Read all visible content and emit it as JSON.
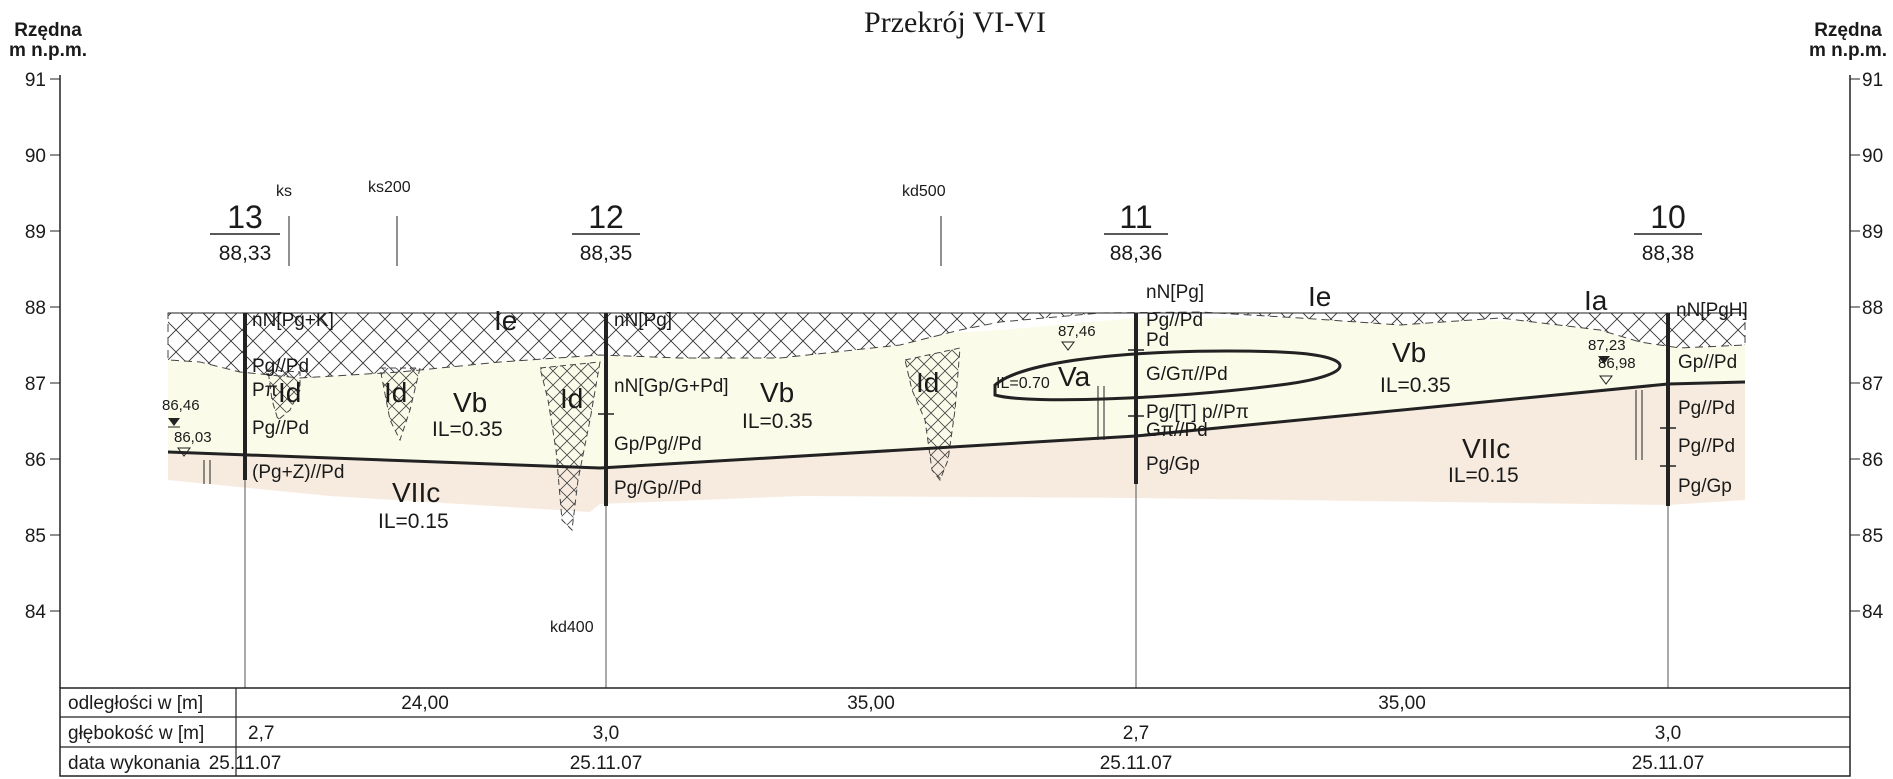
{
  "title": "Przekrój VI-VI",
  "axis": {
    "label_line1": "Rzędna",
    "label_line2": "m n.p.m.",
    "ticks": [
      "91",
      "90",
      "89",
      "88",
      "87",
      "86",
      "85",
      "84"
    ]
  },
  "boreholes": [
    {
      "number": "13",
      "elevation": "88,33",
      "depth": "2,7",
      "date": "25.11.07"
    },
    {
      "number": "12",
      "elevation": "88,35",
      "depth": "3,0",
      "date": "25.11.07"
    },
    {
      "number": "11",
      "elevation": "88,36",
      "depth": "2,7",
      "date": "25.11.07"
    },
    {
      "number": "10",
      "elevation": "88,38",
      "depth": "3,0",
      "date": "25.11.07"
    }
  ],
  "probes": [
    "ks",
    "ks200",
    "kd500",
    "kd400"
  ],
  "soil_labels": {
    "bh13": [
      "nN[Pg+K]",
      "Pg//Pd",
      "Pπ",
      "Pg//Pd",
      "(Pg+Z)//Pd"
    ],
    "bh12": [
      "nN[Pg]",
      "nN[Gp/G+Pd]",
      "Gp/Pg//Pd",
      "Pg/Gp//Pd"
    ],
    "bh11": [
      "nN[Pg]",
      "Pg//Pd",
      "Pd",
      "G/Gπ//Pd",
      "Pg/[T] p//Pπ",
      "Gπ//Pd",
      "Pg/Gp"
    ],
    "bh10": [
      "nN[PgH]",
      "Gp//Pd",
      "Pg//Pd",
      "Pg//Pd",
      "Pg/Gp"
    ]
  },
  "layers": {
    "Ie": "Ie",
    "Id": "Id",
    "Ia": "Ia",
    "Vb": "Vb",
    "Va": "Va",
    "VIIc": "VIIc",
    "il_vb": "IL=0.35",
    "il_va": "IL=0.70",
    "il_viic": "IL=0.15"
  },
  "water_levels": [
    "86,46",
    "86,03",
    "87,46",
    "87,23",
    "86,98"
  ],
  "table": {
    "row_distance": "odległości w [m]",
    "row_depth": "głębokość w [m]",
    "row_date": "data wykonania",
    "distances": [
      "24,00",
      "35,00",
      "35,00"
    ]
  },
  "colors": {
    "fill_layer": "#fbfbea",
    "clay_layer": "#f7ebdf",
    "line": "#222222"
  }
}
